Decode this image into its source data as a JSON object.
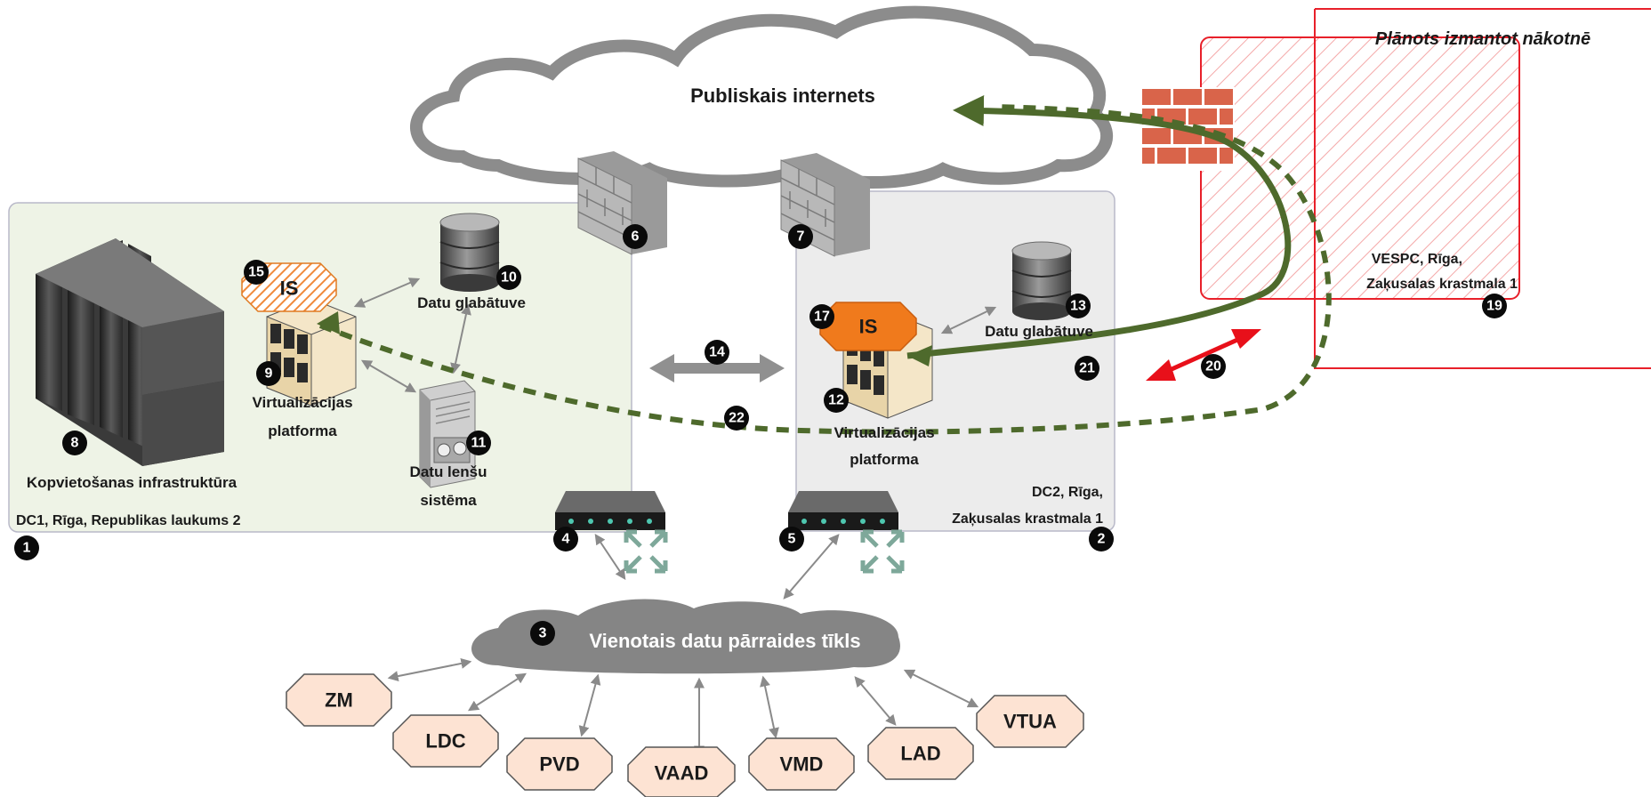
{
  "cloud_internet": {
    "label": "Publiskais internets"
  },
  "cloud_network": {
    "label": "Vienotais datu pārraides tīkls"
  },
  "future": {
    "title": "Plānots izmantot nākotnē",
    "site_line1": "VESPC, Rīga,",
    "site_line2": "Zaķusalas krastmala 1"
  },
  "dc1": {
    "site": "DC1, Rīga, Republikas laukums 2",
    "infra_label": "Kopvietošanas infrastruktūra",
    "virt_line1": "Virtualizācijas",
    "virt_line2": "platforma",
    "storage_label": "Datu glabātuve",
    "tape_line1": "Datu lenšu",
    "tape_line2": "sistēma",
    "is_label": "IS"
  },
  "dc2": {
    "site_line1": "DC2, Rīga,",
    "site_line2": "Zaķusalas krastmala 1",
    "virt_line1": "Virtualizācijas",
    "virt_line2": "platforma",
    "storage_label": "Datu glabātuve",
    "is_label": "IS"
  },
  "numbers": [
    "1",
    "2",
    "3",
    "4",
    "5",
    "6",
    "7",
    "8",
    "9",
    "10",
    "11",
    "12",
    "13",
    "14",
    "15",
    "17",
    "19",
    "20",
    "21",
    "22"
  ],
  "institutions": [
    "ZM",
    "LDC",
    "PVD",
    "VAAD",
    "VMD",
    "LAD",
    "VTUA"
  ],
  "colors": {
    "dc1_bg": "#eef3e6",
    "dc2_bg": "#ececec",
    "future_border": "#e8202a",
    "green_arrow": "#4e6a2c",
    "red_arrow": "#e8101a",
    "is_orange": "#f07a1c",
    "firewall_red": "#d9644a",
    "octagon_fill": "#fde3d3"
  },
  "icons": [
    "server-rack-icon",
    "server-stack-icon",
    "database-icon",
    "tape-library-icon",
    "firewall-icon",
    "router-icon",
    "switch-arrows-icon"
  ]
}
